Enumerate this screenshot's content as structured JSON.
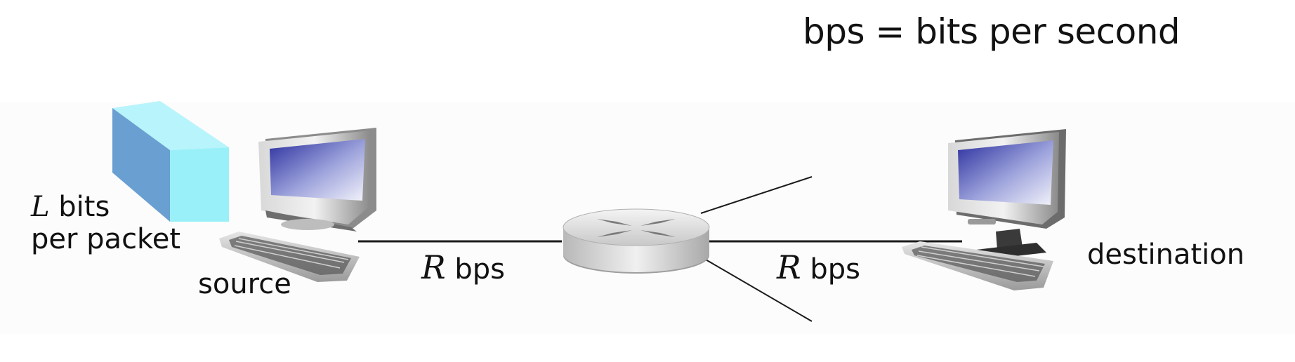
{
  "legend": {
    "text": "bps = bits per second"
  },
  "packet": {
    "symbol": "L",
    "line1_rest": " bits",
    "line2": "per packet"
  },
  "source": {
    "label": "source"
  },
  "destination": {
    "label": "destination"
  },
  "link_left": {
    "symbol": "R",
    "unit": " bps"
  },
  "link_right": {
    "symbol": "R",
    "unit": " bps"
  },
  "icons": [
    "packet-box-icon",
    "source-computer-icon",
    "router-icon",
    "destination-computer-icon"
  ],
  "colors": {
    "packet_face": "#9af0f8",
    "packet_side": "#6a9fd2",
    "line": "#1a1a1a"
  }
}
